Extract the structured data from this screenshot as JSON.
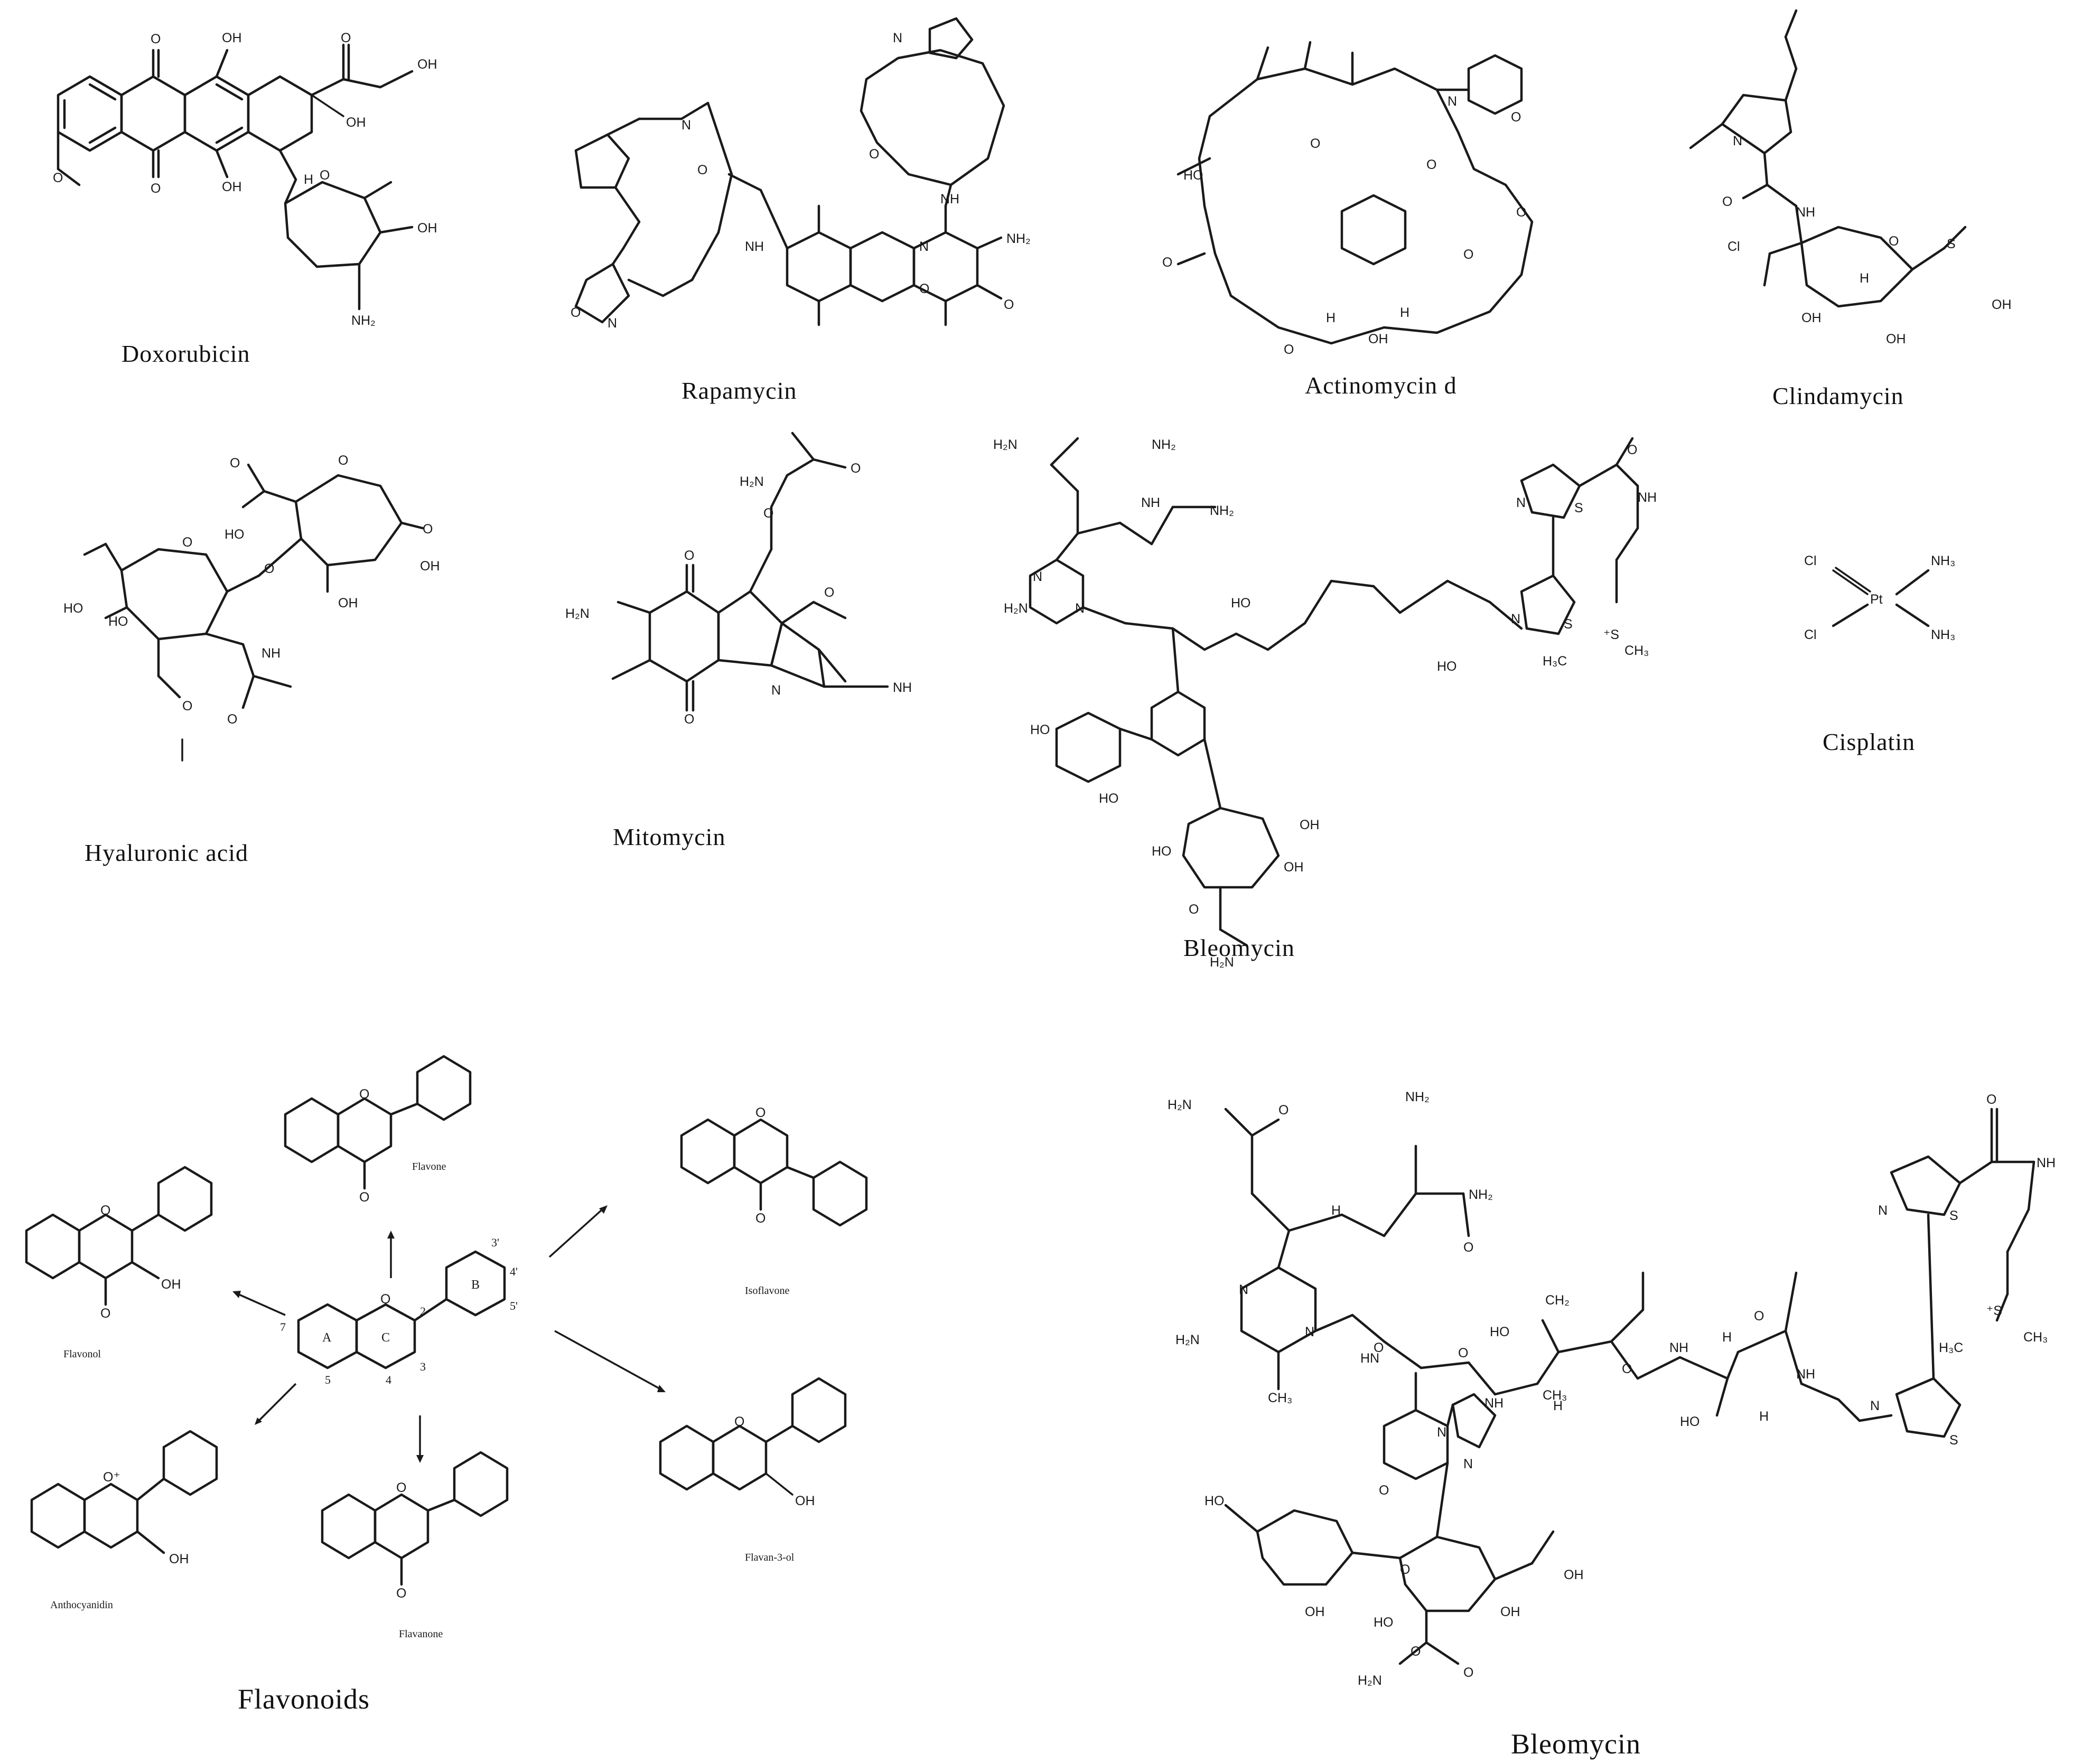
{
  "captions": {
    "doxorubicin": "Doxorubicin",
    "rapamycin": "Rapamycin",
    "actinomycin": "Actinomycin d",
    "clindamycin": "Clindamycin",
    "hyaluronic": "Hyaluronic  acid",
    "mitomycin": "Mitomycin",
    "bleomycin_small": "Bleomycin",
    "cisplatin": "Cisplatin",
    "flavonoids": "Flavonoids",
    "bleomycin_large": "Bleomycin"
  },
  "flavonoid_subtypes": {
    "flavone": "Flavone",
    "isoflavone": "Isoflavone",
    "flavonol": "Flavonol",
    "flavan3ol": "Flavan-3-ol",
    "anthocyanidin": "Anthocyanidin",
    "flavanone": "Flavanone"
  },
  "flavonoid_core": {
    "ring_a": "A",
    "ring_b": "B",
    "ring_c": "C",
    "positions": [
      "7",
      "2",
      "3",
      "4",
      "5",
      "3'",
      "4'",
      "5'"
    ]
  },
  "atoms": {
    "oh": "OH",
    "ho": "HO",
    "o": "O",
    "h": "H",
    "nh": "NH",
    "nh2": "NH2",
    "h2n": "H2N",
    "n": "N",
    "s": "S",
    "cl": "Cl",
    "pt": "Pt",
    "nh3": "NH3",
    "ch3": "CH3",
    "h3c": "H3C",
    "ch2": "CH2",
    "splus": "+S",
    "oplus": "O+"
  }
}
